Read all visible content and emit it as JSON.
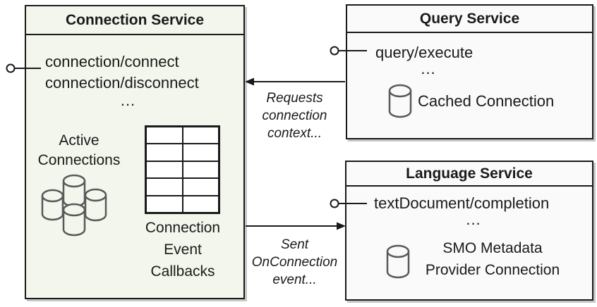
{
  "connection_service": {
    "title": "Connection Service",
    "methods": [
      "connection/connect",
      "connection/disconnect"
    ],
    "ellipsis": "...",
    "active_connections_label": "Active\nConnections",
    "callbacks_label": "Connection\nEvent\nCallbacks"
  },
  "query_service": {
    "title": "Query Service",
    "method": "query/execute",
    "ellipsis": "...",
    "connection_label": "Cached Connection"
  },
  "language_service": {
    "title": "Language Service",
    "method": "textDocument/completion",
    "ellipsis": "...",
    "connection_label": "SMO Metadata\nProvider Connection"
  },
  "flows": {
    "requests_label": "Requests\nconnection\ncontext...",
    "sent_label": "Sent\nOnConnection\nevent..."
  },
  "icons": {
    "database_icon": "database-cylinder-icon",
    "interface_icon": "lollipop-interface-icon",
    "callback_table_icon": "callback-table-grid"
  },
  "colors": {
    "connection_box_fill": "#f3f6ec",
    "service_box_fill": "#fafafa",
    "border": "#1a1a1a",
    "cylinder_stroke": "#595959",
    "text": "#1a1a1a"
  }
}
